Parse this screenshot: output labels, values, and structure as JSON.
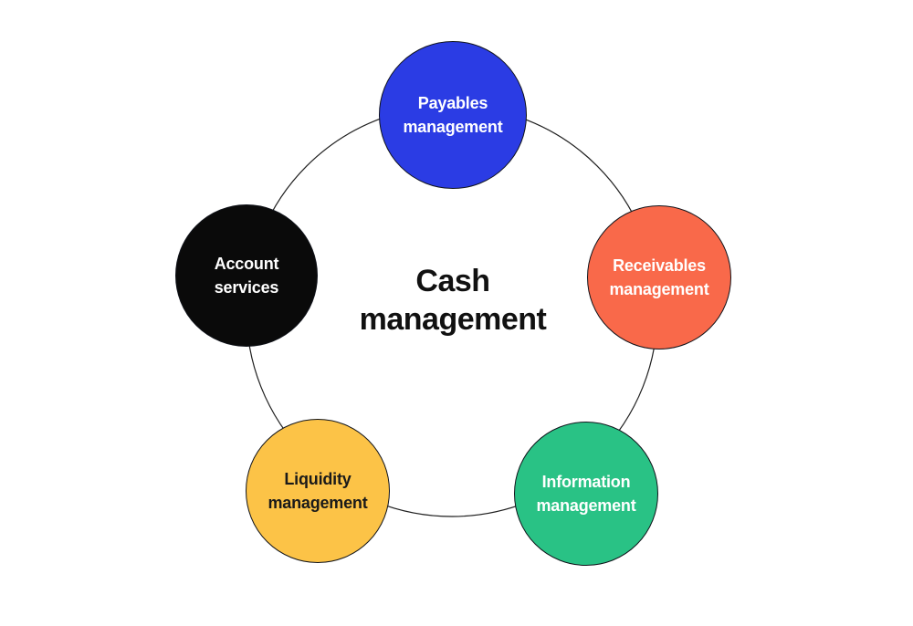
{
  "diagram": {
    "title": "Cash management",
    "title_color": "#111111",
    "ring_color": "#1f1f1f",
    "background": "#ffffff",
    "nodes": [
      {
        "id": "payables",
        "label": "Payables management",
        "fill": "#2b3ce4",
        "text_color": "#ffffff"
      },
      {
        "id": "receivables",
        "label": "Receivables management",
        "fill": "#f9694a",
        "text_color": "#ffffff"
      },
      {
        "id": "information",
        "label": "Information management",
        "fill": "#29c285",
        "text_color": "#ffffff"
      },
      {
        "id": "liquidity",
        "label": "Liquidity management",
        "fill": "#fcc347",
        "text_color": "#1a1a1a"
      },
      {
        "id": "account",
        "label": "Account services",
        "fill": "#0a0a0a",
        "text_color": "#ffffff"
      }
    ]
  }
}
